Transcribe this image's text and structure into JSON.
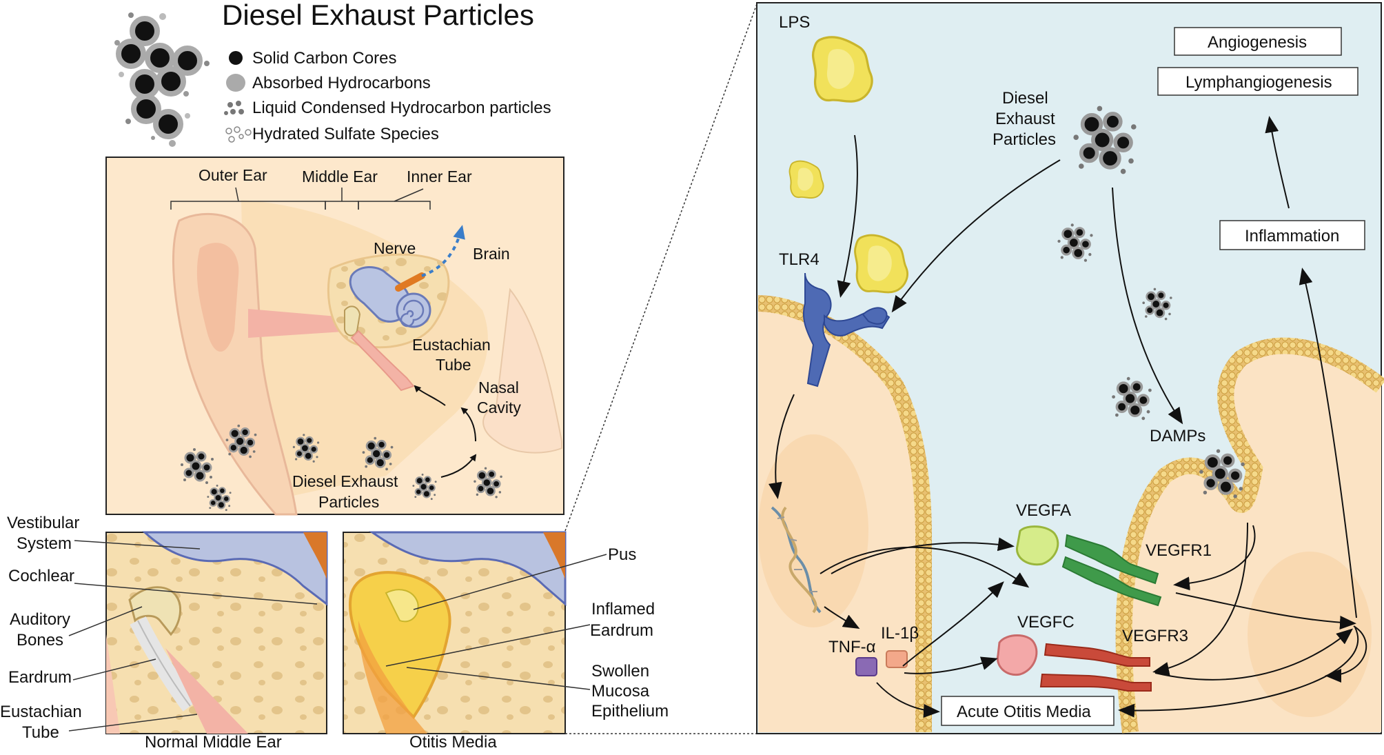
{
  "legend": {
    "title": "Diesel Exhaust Particles",
    "items": [
      "Solid Carbon Cores",
      "Absorbed Hydrocarbons",
      "Liquid Condensed Hydrocarbon particles",
      "Hydrated Sulfate Species"
    ]
  },
  "ear_panel": {
    "outer_ear": "Outer Ear",
    "middle_ear": "Middle Ear",
    "inner_ear": "Inner Ear",
    "nerve": "Nerve",
    "brain": "Brain",
    "eustachian_tube": [
      "Eustachian",
      "Tube"
    ],
    "nasal_cavity": [
      "Nasal",
      "Cavity"
    ],
    "diesel_particles": [
      "Diesel Exhaust",
      "Particles"
    ]
  },
  "middle_ear_panels": {
    "left_labels": {
      "vestibular": [
        "Vestibular",
        "System"
      ],
      "cochlear": "Cochlear",
      "auditory": [
        "Auditory",
        "Bones"
      ],
      "eardrum": "Eardrum",
      "eustachian": [
        "Eustachian",
        "Tube"
      ]
    },
    "right_labels": {
      "pus": "Pus",
      "inflamed": [
        "Inflamed",
        "Eardrum"
      ],
      "swollen": [
        "Swollen",
        "Mucosa",
        "Epithelium"
      ]
    },
    "normal_caption": "Normal Middle Ear",
    "otitis_caption": "Otitis Media"
  },
  "mechanism": {
    "lps": "LPS",
    "tlr4": "TLR4",
    "dep": [
      "Diesel",
      "Exhaust",
      "Particles"
    ],
    "damps": "DAMPs",
    "vegfa": "VEGFA",
    "vegfc": "VEGFC",
    "vegfr1": "VEGFR1",
    "vegfr3": "VEGFR3",
    "tnf": "TNF-α",
    "il1b": "IL-1β",
    "angiogenesis": "Angiogenesis",
    "lymphangiogenesis": "Lymphangiogenesis",
    "inflammation": "Inflammation",
    "aom": "Acute Otitis Media"
  }
}
